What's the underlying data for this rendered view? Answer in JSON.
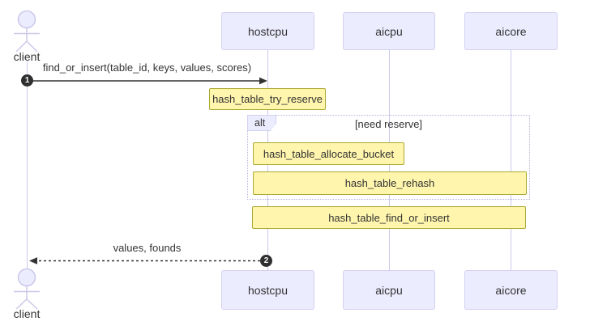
{
  "diagram": {
    "type": "sequence-diagram",
    "actor": {
      "label": "client"
    },
    "participants": [
      {
        "label": "hostcpu"
      },
      {
        "label": "aicpu"
      },
      {
        "label": "aicore"
      }
    ],
    "messages": [
      {
        "seq": "1",
        "label": "find_or_insert(table_id, keys, values, scores)",
        "from": "client",
        "to": "hostcpu",
        "line": "solid"
      },
      {
        "seq": "2",
        "label": "values, founds",
        "from": "hostcpu",
        "to": "client",
        "line": "dashed"
      }
    ],
    "notes": [
      {
        "label": "hash_table_try_reserve",
        "over": "hostcpu"
      },
      {
        "label": "hash_table_allocate_bucket",
        "over": "hostcpu, aicpu"
      },
      {
        "label": "hash_table_rehash",
        "over": "hostcpu, aicore"
      },
      {
        "label": "hash_table_find_or_insert",
        "over": "hostcpu, aicore"
      }
    ],
    "alt_frame": {
      "label": "alt",
      "condition": "[need reserve]"
    }
  },
  "colors": {
    "participant_fill": "#ECECFF",
    "participant_border": "#d4d0ee",
    "note_fill": "#FFF5AD",
    "note_border": "#AAAA33",
    "lifeline": "#ccc8ea",
    "arrow": "#333333",
    "badge_fill": "#2f2f2f",
    "text": "#333333",
    "frame_border": "#b9b5d8",
    "background": "#ffffff"
  }
}
